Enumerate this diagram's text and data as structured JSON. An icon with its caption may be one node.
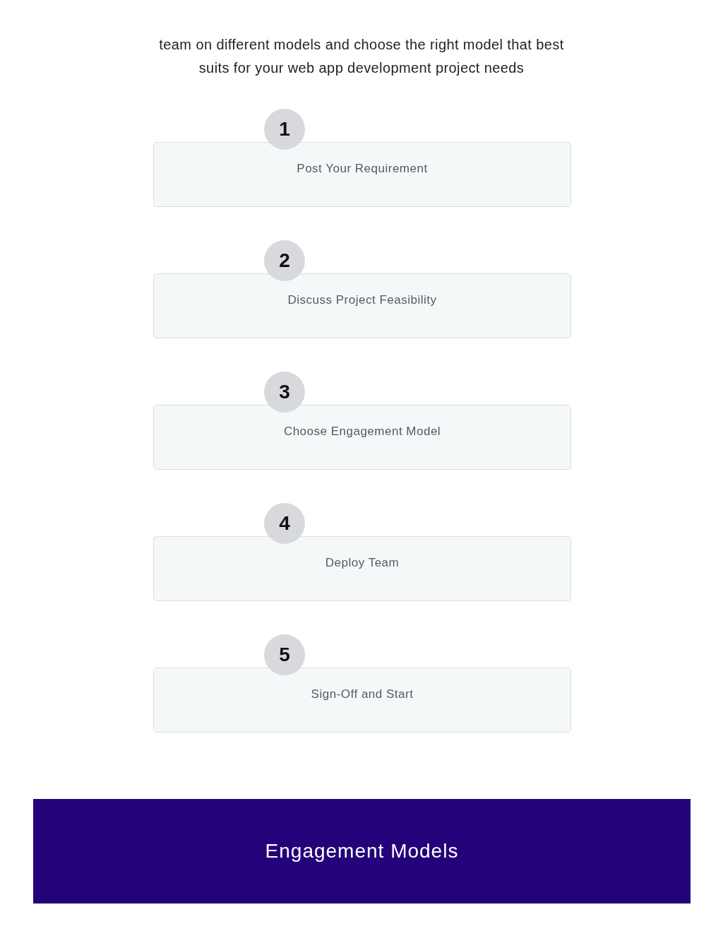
{
  "diagram": {
    "nodes": [
      {
        "text": [
          "1"
        ]
      },
      {
        "text": [
          "Post Your Requirement"
        ]
      },
      {
        "text": [
          "2"
        ]
      },
      {
        "text": [
          "Discuss Project Feasibility"
        ]
      },
      {
        "text": [
          "3"
        ]
      },
      {
        "text": [
          "Choose Engagement Model"
        ]
      },
      {
        "text": [
          "4"
        ]
      },
      {
        "text": [
          "Deploy Team"
        ]
      },
      {
        "text": [
          "5"
        ]
      },
      {
        "text": [
          "Sign-Off and Start"
        ]
      },
      {
        "text": [
          "Engagement Models"
        ]
      }
    ],
    "labels": [
      "team on different models and choose the right model that best suits for your web app development project needs"
    ]
  }
}
